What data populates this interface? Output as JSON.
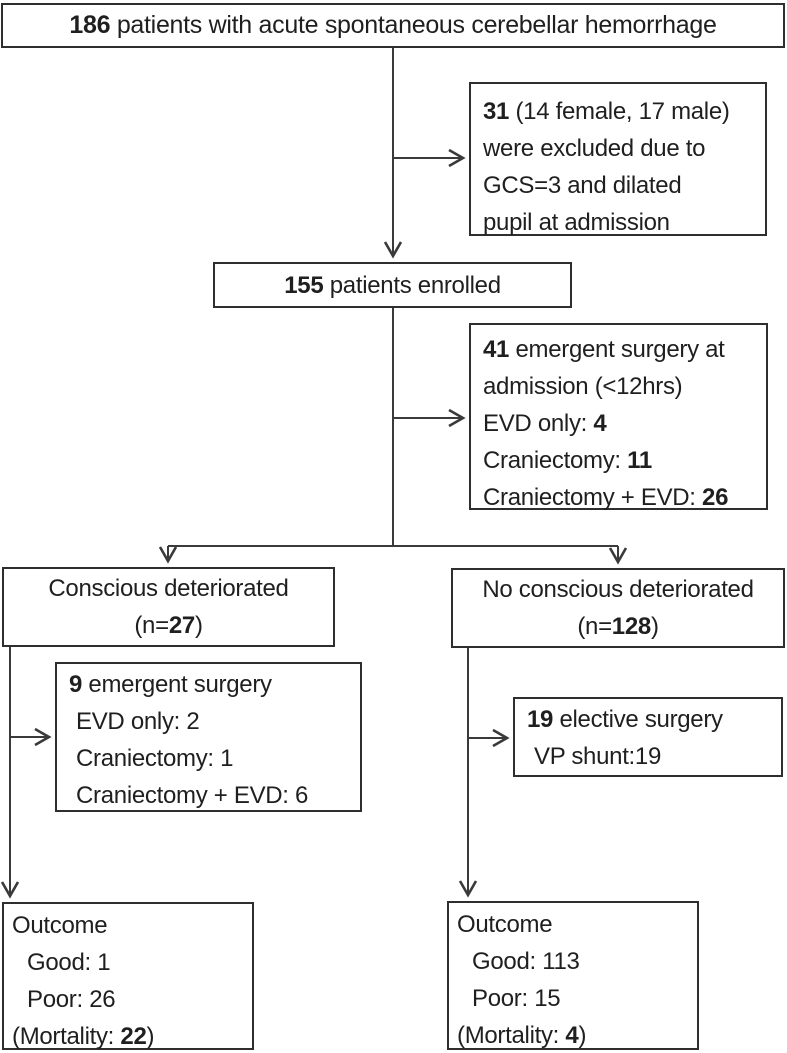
{
  "flowchart": {
    "top": {
      "count": "186",
      "label": " patients with acute spontaneous cerebellar hemorrhage"
    },
    "excluded": {
      "count": "31",
      "line1_rest": " (14 female, 17 male)",
      "line2": "were excluded due to",
      "line3": "GCS=3 and dilated",
      "line4": "pupil at admission"
    },
    "enrolled": {
      "count": "155",
      "label": " patients enrolled"
    },
    "emergent_admission": {
      "count": "41",
      "line1_rest": " emergent surgery at",
      "line2": "admission (<12hrs)",
      "line3_label": "EVD only: ",
      "line3_num": "4",
      "line4_label": "Craniectomy: ",
      "line4_num": "11",
      "line5_label": "Craniectomy + EVD: ",
      "line5_num": "26"
    },
    "deteriorated": {
      "line1": "Conscious deteriorated",
      "line2_prefix": "(n=",
      "line2_num": "27",
      "line2_suffix": ")"
    },
    "not_deteriorated": {
      "line1": "No conscious deteriorated",
      "line2_prefix": "(n=",
      "line2_num": "128",
      "line2_suffix": ")"
    },
    "emergent_late": {
      "count": "9",
      "line1_rest": " emergent surgery",
      "line2": "EVD only: 2",
      "line3": "Craniectomy: 1",
      "line4": "Craniectomy + EVD: 6"
    },
    "elective": {
      "count": "19",
      "line1_rest": " elective surgery",
      "line2": "VP shunt:19"
    },
    "outcome_left": {
      "title": "Outcome",
      "line2": "Good: 1",
      "line3": "Poor: 26",
      "line4_prefix": "(Mortality: ",
      "line4_num": "22",
      "line4_suffix": ")"
    },
    "outcome_right": {
      "title": "Outcome",
      "line2": "Good: 113",
      "line3": "Poor: 15",
      "line4_prefix": "(Mortality: ",
      "line4_num": "4",
      "line4_suffix": ")"
    },
    "style": {
      "line_color": "#3a3a3a",
      "border_color": "#2e2e2e",
      "background": "#ffffff"
    }
  }
}
